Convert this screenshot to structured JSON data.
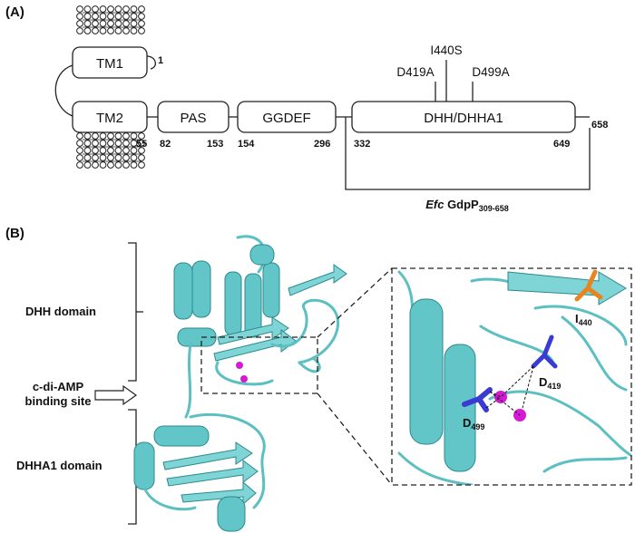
{
  "panel_a": {
    "label": "(A)",
    "domains": {
      "tm1": "TM1",
      "tm2": "TM2",
      "pas": "PAS",
      "ggdef": "GGDEF",
      "dhh": "DHH/DHHA1"
    },
    "positions": {
      "p1": "1",
      "p55": "55",
      "p82": "82",
      "p153": "153",
      "p154": "154",
      "p296": "296",
      "p332": "332",
      "p649": "649",
      "p658": "658"
    },
    "mutations": {
      "i440s": "I440S",
      "d419a": "D419A",
      "d499a": "D499A"
    },
    "construct": {
      "italic": "Efc",
      "name": " GdpP",
      "sub": "309-658"
    }
  },
  "panel_b": {
    "label": "(B)",
    "dhh_domain": "DHH domain",
    "binding_site_line1": "c-di-AMP",
    "binding_site_line2": "binding site",
    "dhha1_domain": "DHHA1 domain",
    "residues": {
      "i440": "I",
      "i440_sub": "440",
      "d419": "D",
      "d419_sub": "419",
      "d499": "D",
      "d499_sub": "499"
    },
    "colors": {
      "protein": "#62c6c9",
      "metal_ion": "#d41ad4",
      "asp_residues": "#3a3ad4",
      "ile_residue": "#e8841f"
    }
  }
}
